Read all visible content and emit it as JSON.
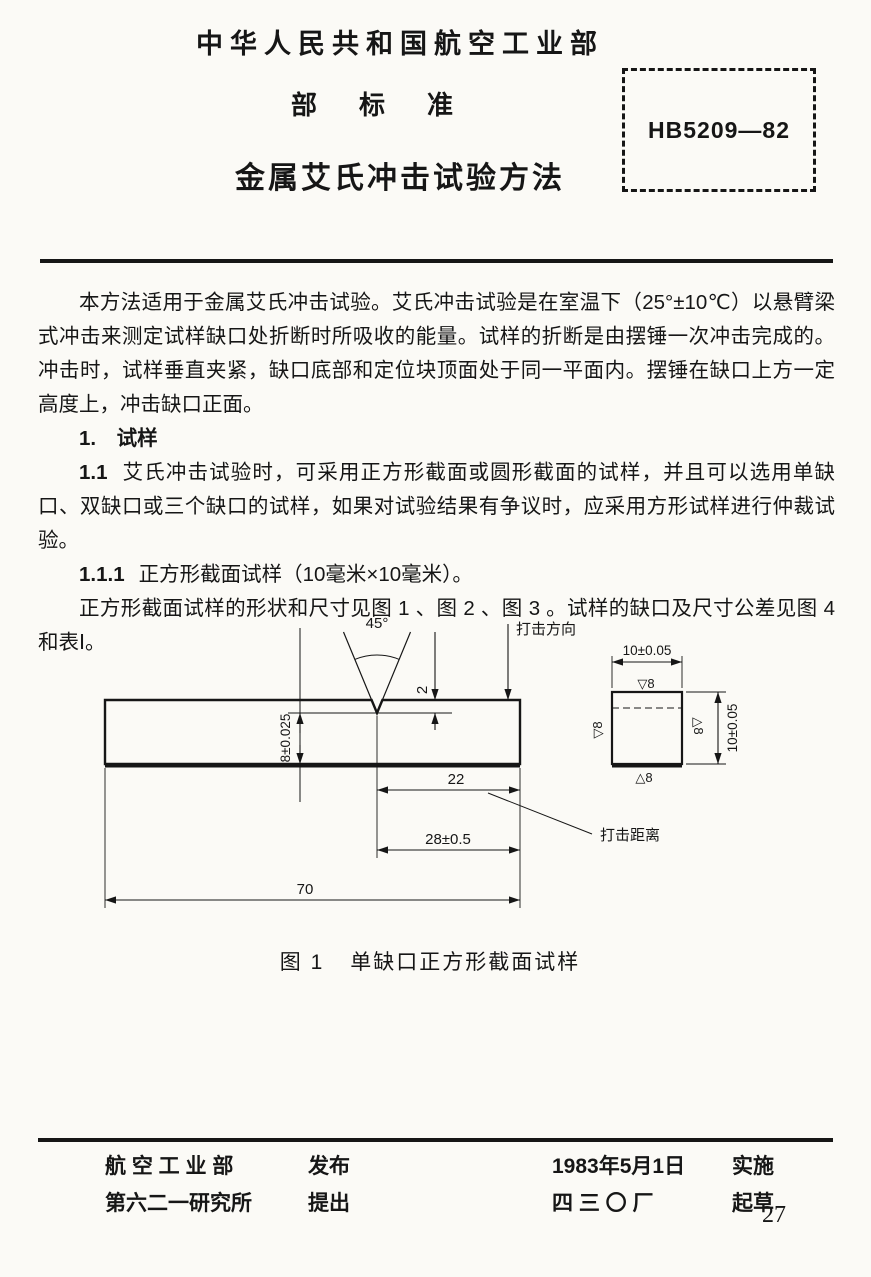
{
  "header": {
    "ministry": "中华人民共和国航空工业部",
    "standard_type": "部标准",
    "standard_number": "HB5209—82",
    "title": "金属艾氏冲击试验方法"
  },
  "body": {
    "intro": "本方法适用于金属艾氏冲击试验。艾氏冲击试验是在室温下（25°±10℃）以悬臂梁式冲击来测定试样缺口处折断时所吸收的能量。试样的折断是由摆锤一次冲击完成的。冲击时，试样垂直夹紧，缺口底部和定位块顶面处于同一平面内。摆锤在缺口上方一定高度上，冲击缺口正面。",
    "section1": "1.　试样",
    "p11_num": "1.1",
    "p11_text": "艾氏冲击试验时，可采用正方形截面或圆形截面的试样，并且可以选用单缺口、双缺口或三个缺口的试样，如果对试验结果有争议时，应采用方形试样进行仲裁试验。",
    "p111_num": "1.1.1",
    "p111_text": "正方形截面试样（10毫米×10毫米）。",
    "fig_ref": "正方形截面试样的形状和尺寸见图 1 、图 2 、图 3 。试样的缺口及尺寸公差见图 4 和表Ⅰ。"
  },
  "figure": {
    "caption_num": "图 1",
    "caption_text": "单缺口正方形截面试样",
    "labels": {
      "angle": "45°",
      "impact_direction": "打击方向",
      "notch_depth": "2",
      "height_dim": "8±0.025",
      "dim_22": "22",
      "dim_28": "28±0.5",
      "dim_70": "70",
      "impact_distance": "打击距离",
      "cross_width": "10±0.05",
      "cross_height": "10±0.05",
      "finish_top": "▽8",
      "finish_left": "▽8",
      "finish_right": "△8",
      "finish_bottom": "△8"
    }
  },
  "footer": {
    "publisher": "航 空 工 业 部",
    "publish_label": "发布",
    "proposer": "第六二一研究所",
    "propose_label": "提出",
    "implement_date": "1983年5月1日",
    "implement_label": "实施",
    "drafter": "四 三 〇 厂",
    "draft_label": "起草",
    "page_number": "27"
  }
}
